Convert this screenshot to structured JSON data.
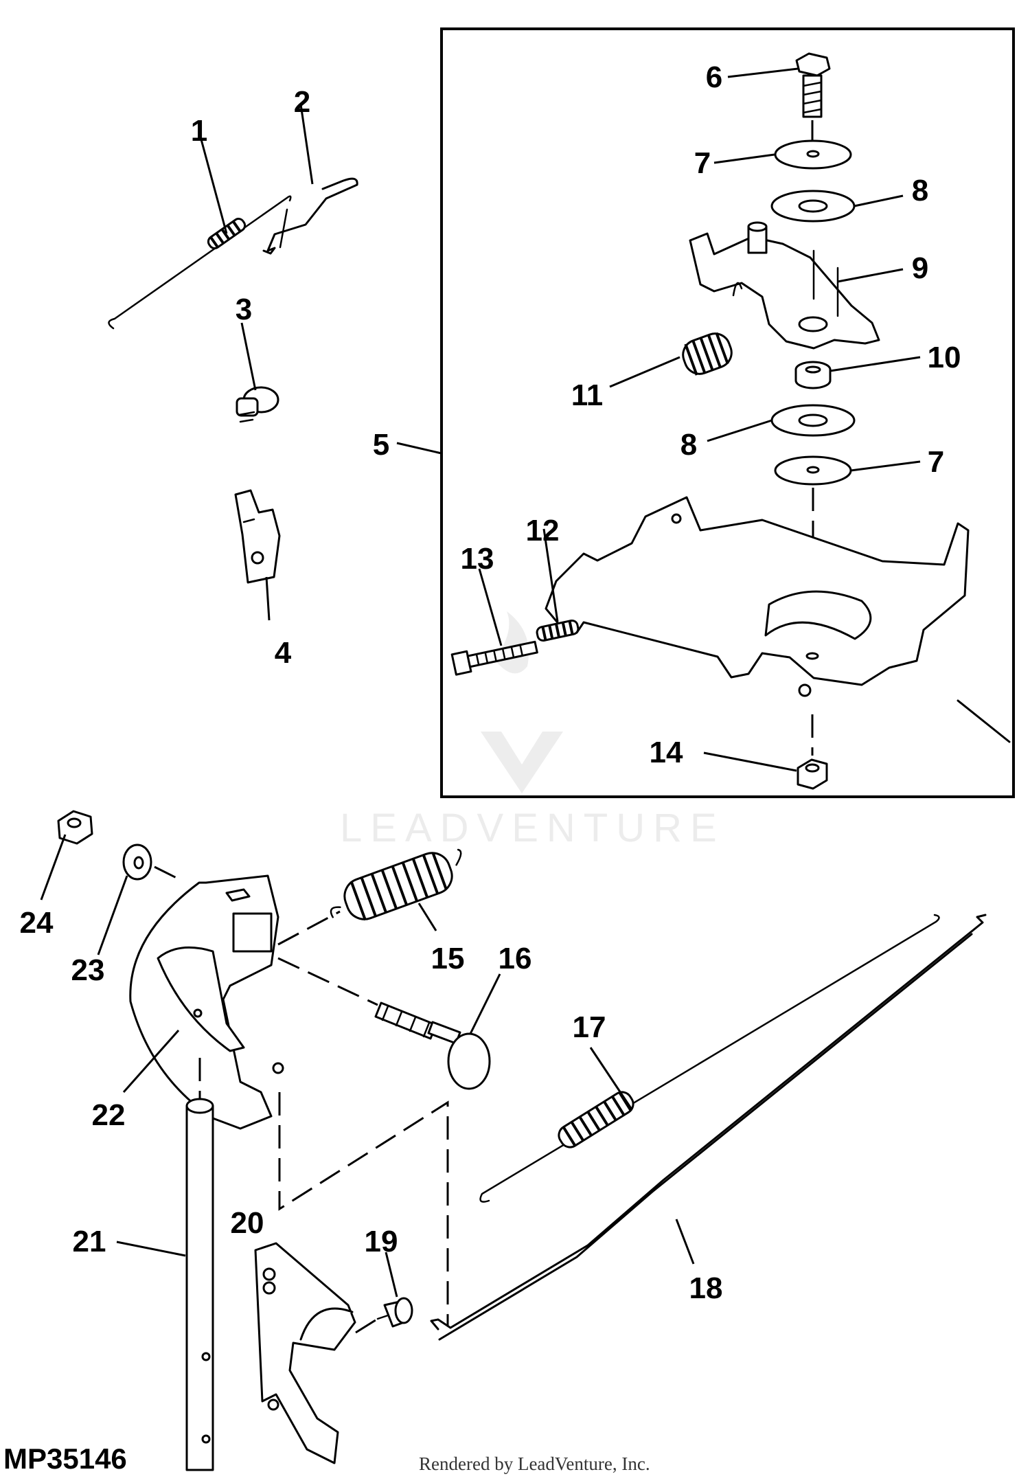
{
  "diagram": {
    "figure_id": "MP35146",
    "credit": "Rendered by LeadVenture, Inc.",
    "watermark": "LEADVENTURE",
    "callouts": [
      "1",
      "2",
      "3",
      "4",
      "5",
      "6",
      "7",
      "8",
      "9",
      "10",
      "11",
      "12",
      "13",
      "14",
      "15",
      "16",
      "17",
      "18",
      "19",
      "20",
      "21",
      "22",
      "23",
      "24"
    ],
    "callouts_repeated": {
      "seven_b": "7",
      "eight_b": "8"
    }
  }
}
